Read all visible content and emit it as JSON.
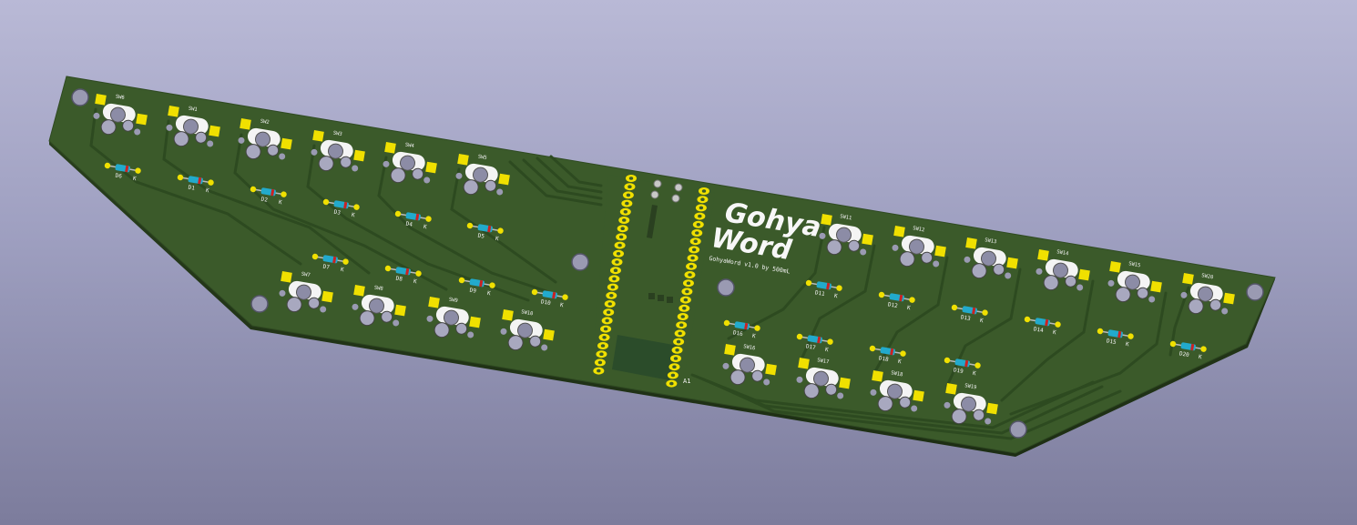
{
  "board": {
    "title_line1": "Gohya",
    "title_line2": "Word",
    "subtitle": "GohyaWord v1.0 by 500mL",
    "mcu_pin_label": "A1",
    "diode_k_label": "K"
  },
  "switches": [
    "SW6",
    "SW1",
    "SW2",
    "SW3",
    "SW4",
    "SW5",
    "SW7",
    "SW8",
    "SW9",
    "SW10",
    "SW11",
    "SW12",
    "SW13",
    "SW14",
    "SW15",
    "SW20",
    "SW16",
    "SW17",
    "SW18",
    "SW19"
  ],
  "diodes": [
    "D6",
    "D1",
    "D2",
    "D3",
    "D4",
    "D5",
    "D7",
    "D8",
    "D9",
    "D10",
    "D11",
    "D12",
    "D13",
    "D14",
    "D15",
    "D20",
    "D16",
    "D17",
    "D18",
    "D19"
  ],
  "colors": {
    "solder_mask": "#3b5a2a",
    "trace": "#2d4a20",
    "pad": "#f0e000",
    "silkscreen": "#f2f2f2",
    "diode_body": "#22aacc",
    "diode_band": "#cc2222"
  }
}
